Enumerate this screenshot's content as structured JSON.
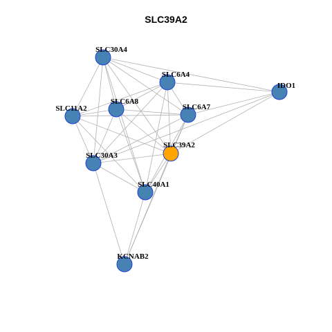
{
  "title": "SLC39A2",
  "colors": {
    "node_fill": "#4682B4",
    "node_stroke": "#1f3fd6",
    "highlight_fill": "#FFA500",
    "edge": "#b0b0b0"
  },
  "nodes": [
    {
      "id": "SLC30A4",
      "label": "SLC30A4"
    },
    {
      "id": "SLC6A4",
      "label": "SLC6A4"
    },
    {
      "id": "IDO1",
      "label": "IDO1"
    },
    {
      "id": "SLC11A2",
      "label": "SLC11A2"
    },
    {
      "id": "SLC6A8",
      "label": "SLC6A8"
    },
    {
      "id": "SLC6A7",
      "label": "SLC6A7"
    },
    {
      "id": "SLC39A2",
      "label": "SLC39A2",
      "highlight": true
    },
    {
      "id": "SLC30A3",
      "label": "SLC30A3"
    },
    {
      "id": "SLC40A1",
      "label": "SLC40A1"
    },
    {
      "id": "KCNAB2",
      "label": "KCNAB2"
    }
  ],
  "edges": [
    [
      "SLC30A4",
      "SLC6A4"
    ],
    [
      "SLC30A4",
      "IDO1"
    ],
    [
      "SLC30A4",
      "SLC11A2"
    ],
    [
      "SLC30A4",
      "SLC6A8"
    ],
    [
      "SLC30A4",
      "SLC6A7"
    ],
    [
      "SLC30A4",
      "SLC39A2"
    ],
    [
      "SLC30A4",
      "SLC30A3"
    ],
    [
      "SLC30A4",
      "SLC40A1"
    ],
    [
      "SLC6A4",
      "IDO1"
    ],
    [
      "SLC6A4",
      "SLC11A2"
    ],
    [
      "SLC6A4",
      "SLC6A8"
    ],
    [
      "SLC6A4",
      "SLC6A7"
    ],
    [
      "SLC6A4",
      "SLC39A2"
    ],
    [
      "SLC6A4",
      "SLC30A3"
    ],
    [
      "SLC6A4",
      "SLC40A1"
    ],
    [
      "IDO1",
      "SLC6A7"
    ],
    [
      "IDO1",
      "SLC39A2"
    ],
    [
      "IDO1",
      "SLC30A3"
    ],
    [
      "SLC11A2",
      "SLC6A8"
    ],
    [
      "SLC11A2",
      "SLC6A7"
    ],
    [
      "SLC11A2",
      "SLC39A2"
    ],
    [
      "SLC11A2",
      "SLC30A3"
    ],
    [
      "SLC11A2",
      "SLC40A1"
    ],
    [
      "SLC6A8",
      "SLC6A7"
    ],
    [
      "SLC6A8",
      "SLC39A2"
    ],
    [
      "SLC6A8",
      "SLC30A3"
    ],
    [
      "SLC6A8",
      "SLC40A1"
    ],
    [
      "SLC6A7",
      "SLC39A2"
    ],
    [
      "SLC6A7",
      "SLC30A3"
    ],
    [
      "SLC6A7",
      "SLC40A1"
    ],
    [
      "SLC6A7",
      "KCNAB2"
    ],
    [
      "SLC39A2",
      "SLC30A3"
    ],
    [
      "SLC39A2",
      "SLC40A1"
    ],
    [
      "SLC39A2",
      "KCNAB2"
    ],
    [
      "SLC30A3",
      "SLC40A1"
    ],
    [
      "SLC30A3",
      "KCNAB2"
    ],
    [
      "SLC40A1",
      "KCNAB2"
    ]
  ]
}
